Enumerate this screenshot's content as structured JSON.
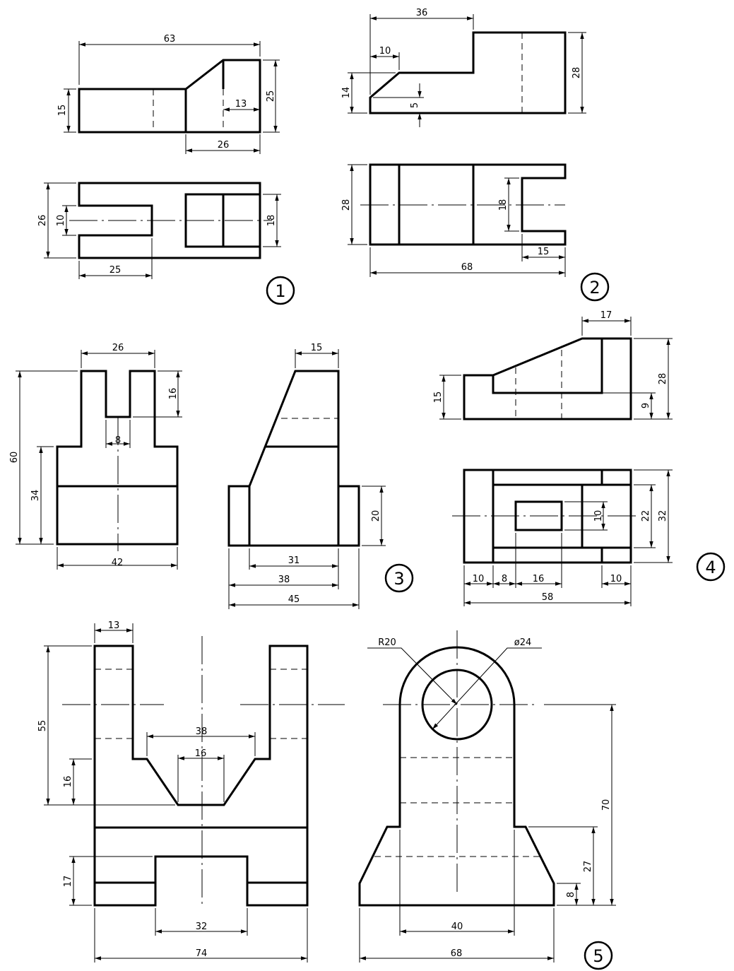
{
  "drawings": [
    {
      "label": "1",
      "dims": [
        "63",
        "15",
        "25",
        "13",
        "26",
        "26",
        "10",
        "18",
        "25"
      ]
    },
    {
      "label": "2",
      "dims": [
        "36",
        "10",
        "14",
        "5",
        "28",
        "28",
        "18",
        "15",
        "68"
      ]
    },
    {
      "label": "3",
      "dims": [
        "26",
        "60",
        "34",
        "16",
        "8",
        "42",
        "15",
        "20",
        "31",
        "38",
        "45"
      ]
    },
    {
      "label": "4",
      "dims": [
        "17",
        "15",
        "28",
        "9",
        "32",
        "22",
        "10",
        "10",
        "8",
        "16",
        "10",
        "58"
      ]
    },
    {
      "label": "5",
      "dims": [
        "13",
        "55",
        "16",
        "38",
        "16",
        "17",
        "32",
        "74",
        "R20",
        "ø24",
        "70",
        "27",
        "8",
        "40",
        "68"
      ]
    }
  ]
}
